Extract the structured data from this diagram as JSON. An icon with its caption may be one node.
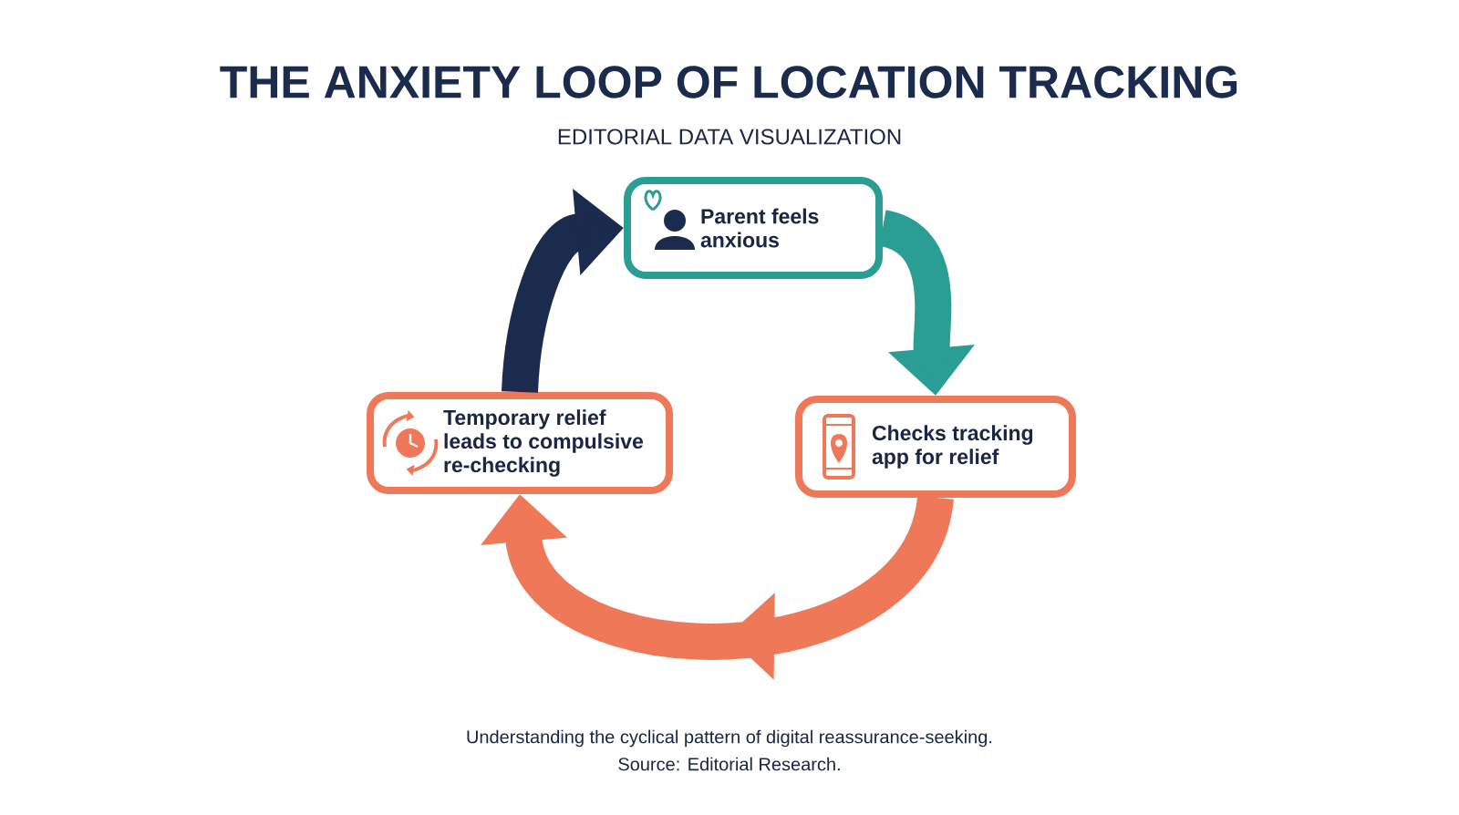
{
  "diagram": {
    "title": "THE ANXIETY LOOP OF LOCATION TRACKING",
    "caption": "Understanding the cyclical pattern of digital reassurance-seeking.",
    "nodes": [
      {
        "text": [
          "Parent feels anxious"
        ]
      },
      {
        "text": [
          "Checks tracking app for relief"
        ]
      },
      {
        "text": [
          "Temporary relief leads to compulsive re-checking"
        ]
      }
    ],
    "edges": [
      {
        "from": 0,
        "to": 1,
        "arrow": "to",
        "color": "#2a9d95"
      },
      {
        "from": 1,
        "to": 2,
        "arrow": "to",
        "color": "#ee7858"
      },
      {
        "from": 2,
        "to": 0,
        "arrow": "to",
        "color": "#1b2b4d"
      }
    ],
    "labels": [
      "EDITORIAL DATA VISUALIZATION",
      "Source: Editorial Research."
    ]
  }
}
